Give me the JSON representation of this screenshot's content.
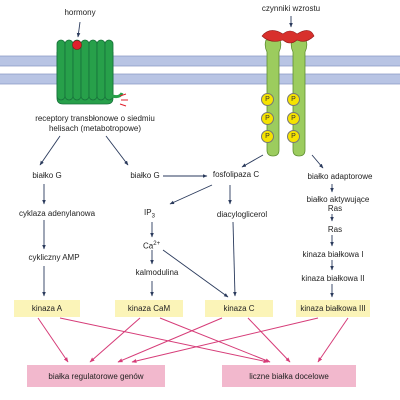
{
  "labels": {
    "hormones": "hormony",
    "growth_factors": "czynniki wzrostu",
    "receptor_line1": "receptory transbłonowe o siedmiu",
    "receptor_line2": "helisach (metabotropowe)",
    "g_protein_left": "białko G",
    "g_protein_mid": "białko G",
    "adenylate_cyclase": "cyklaza adenylanowa",
    "camp": "cykliczny AMP",
    "phospholipase": "fosfolipaza C",
    "ip3": "IP",
    "ip3_sub": "3",
    "ca": "Ca",
    "ca_sup": "2+",
    "calmodulin": "kalmodulina",
    "diacylglycerol": "diacyloglicerol",
    "adaptor": "białko adaptorowe",
    "ras_activating_line1": "białko aktywujące",
    "ras_activating_line2": "Ras",
    "ras": "Ras",
    "kinase1": "kinaza białkowa I",
    "kinase2": "kinaza białkowa II",
    "p": "P"
  },
  "kinase_boxes": {
    "kinase_a": "kinaza A",
    "kinase_cam": "kinaza CaM",
    "kinase_c": "kinaza C",
    "kinase3": "kinaza białkowa III"
  },
  "target_boxes": {
    "gene_regulatory": "białka regulatorowe genów",
    "target_proteins": "liczne białka docelowe"
  },
  "colors": {
    "membrane": "#b8c4e4",
    "receptor_green": "#27a04a",
    "rtk_green": "#9ccc5e",
    "hormone_red": "#e0202c",
    "growth_factor_red": "#d8302c",
    "arrow_dark": "#2a3a5c",
    "arrow_pink": "#d63c78",
    "yellow_box": "#fbf4b8",
    "pink_box": "#f2b8cd",
    "phosphate_yellow": "#f6e300"
  }
}
